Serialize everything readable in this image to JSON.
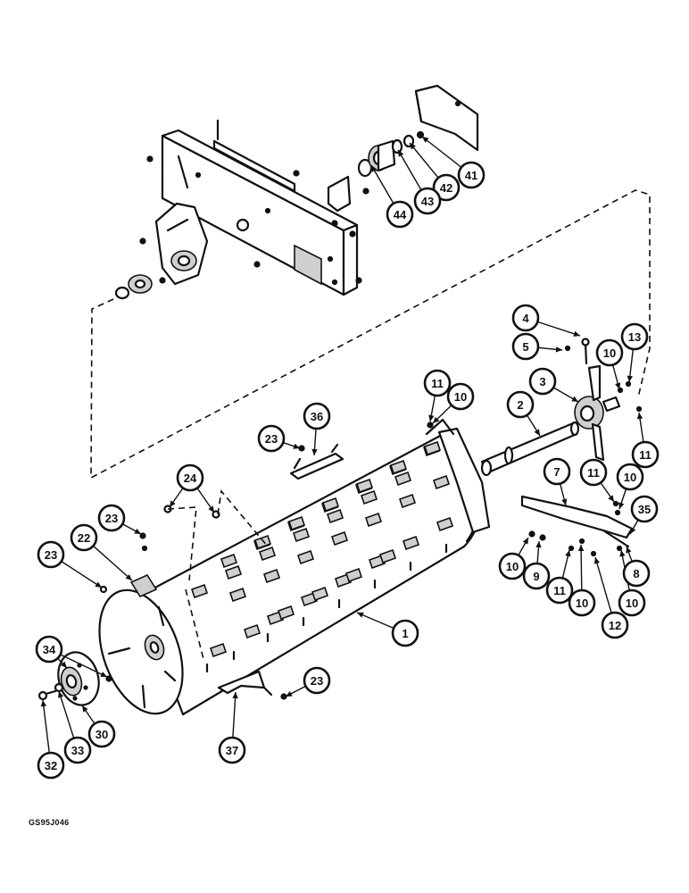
{
  "figure_code": "GS95J046",
  "callouts": [
    {
      "id": "c1",
      "label": "1"
    },
    {
      "id": "c2",
      "label": "2"
    },
    {
      "id": "c3",
      "label": "3"
    },
    {
      "id": "c4",
      "label": "4"
    },
    {
      "id": "c5",
      "label": "5"
    },
    {
      "id": "c7",
      "label": "7"
    },
    {
      "id": "c8",
      "label": "8"
    },
    {
      "id": "c9",
      "label": "9"
    },
    {
      "id": "c10a",
      "label": "10"
    },
    {
      "id": "c10b",
      "label": "10"
    },
    {
      "id": "c10c",
      "label": "10"
    },
    {
      "id": "c10d",
      "label": "10"
    },
    {
      "id": "c10e",
      "label": "10"
    },
    {
      "id": "c10f",
      "label": "10"
    },
    {
      "id": "c11a",
      "label": "11"
    },
    {
      "id": "c11b",
      "label": "11"
    },
    {
      "id": "c11c",
      "label": "11"
    },
    {
      "id": "c11d",
      "label": "11"
    },
    {
      "id": "c12",
      "label": "12"
    },
    {
      "id": "c13",
      "label": "13"
    },
    {
      "id": "c22",
      "label": "22"
    },
    {
      "id": "c23a",
      "label": "23"
    },
    {
      "id": "c23b",
      "label": "23"
    },
    {
      "id": "c23c",
      "label": "23"
    },
    {
      "id": "c23d",
      "label": "23"
    },
    {
      "id": "c24",
      "label": "24"
    },
    {
      "id": "c30",
      "label": "30"
    },
    {
      "id": "c32",
      "label": "32"
    },
    {
      "id": "c33",
      "label": "33"
    },
    {
      "id": "c34",
      "label": "34"
    },
    {
      "id": "c35",
      "label": "35"
    },
    {
      "id": "c36",
      "label": "36"
    },
    {
      "id": "c37",
      "label": "37"
    },
    {
      "id": "c41",
      "label": "41"
    },
    {
      "id": "c42",
      "label": "42"
    },
    {
      "id": "c43",
      "label": "43"
    },
    {
      "id": "c44",
      "label": "44"
    }
  ]
}
